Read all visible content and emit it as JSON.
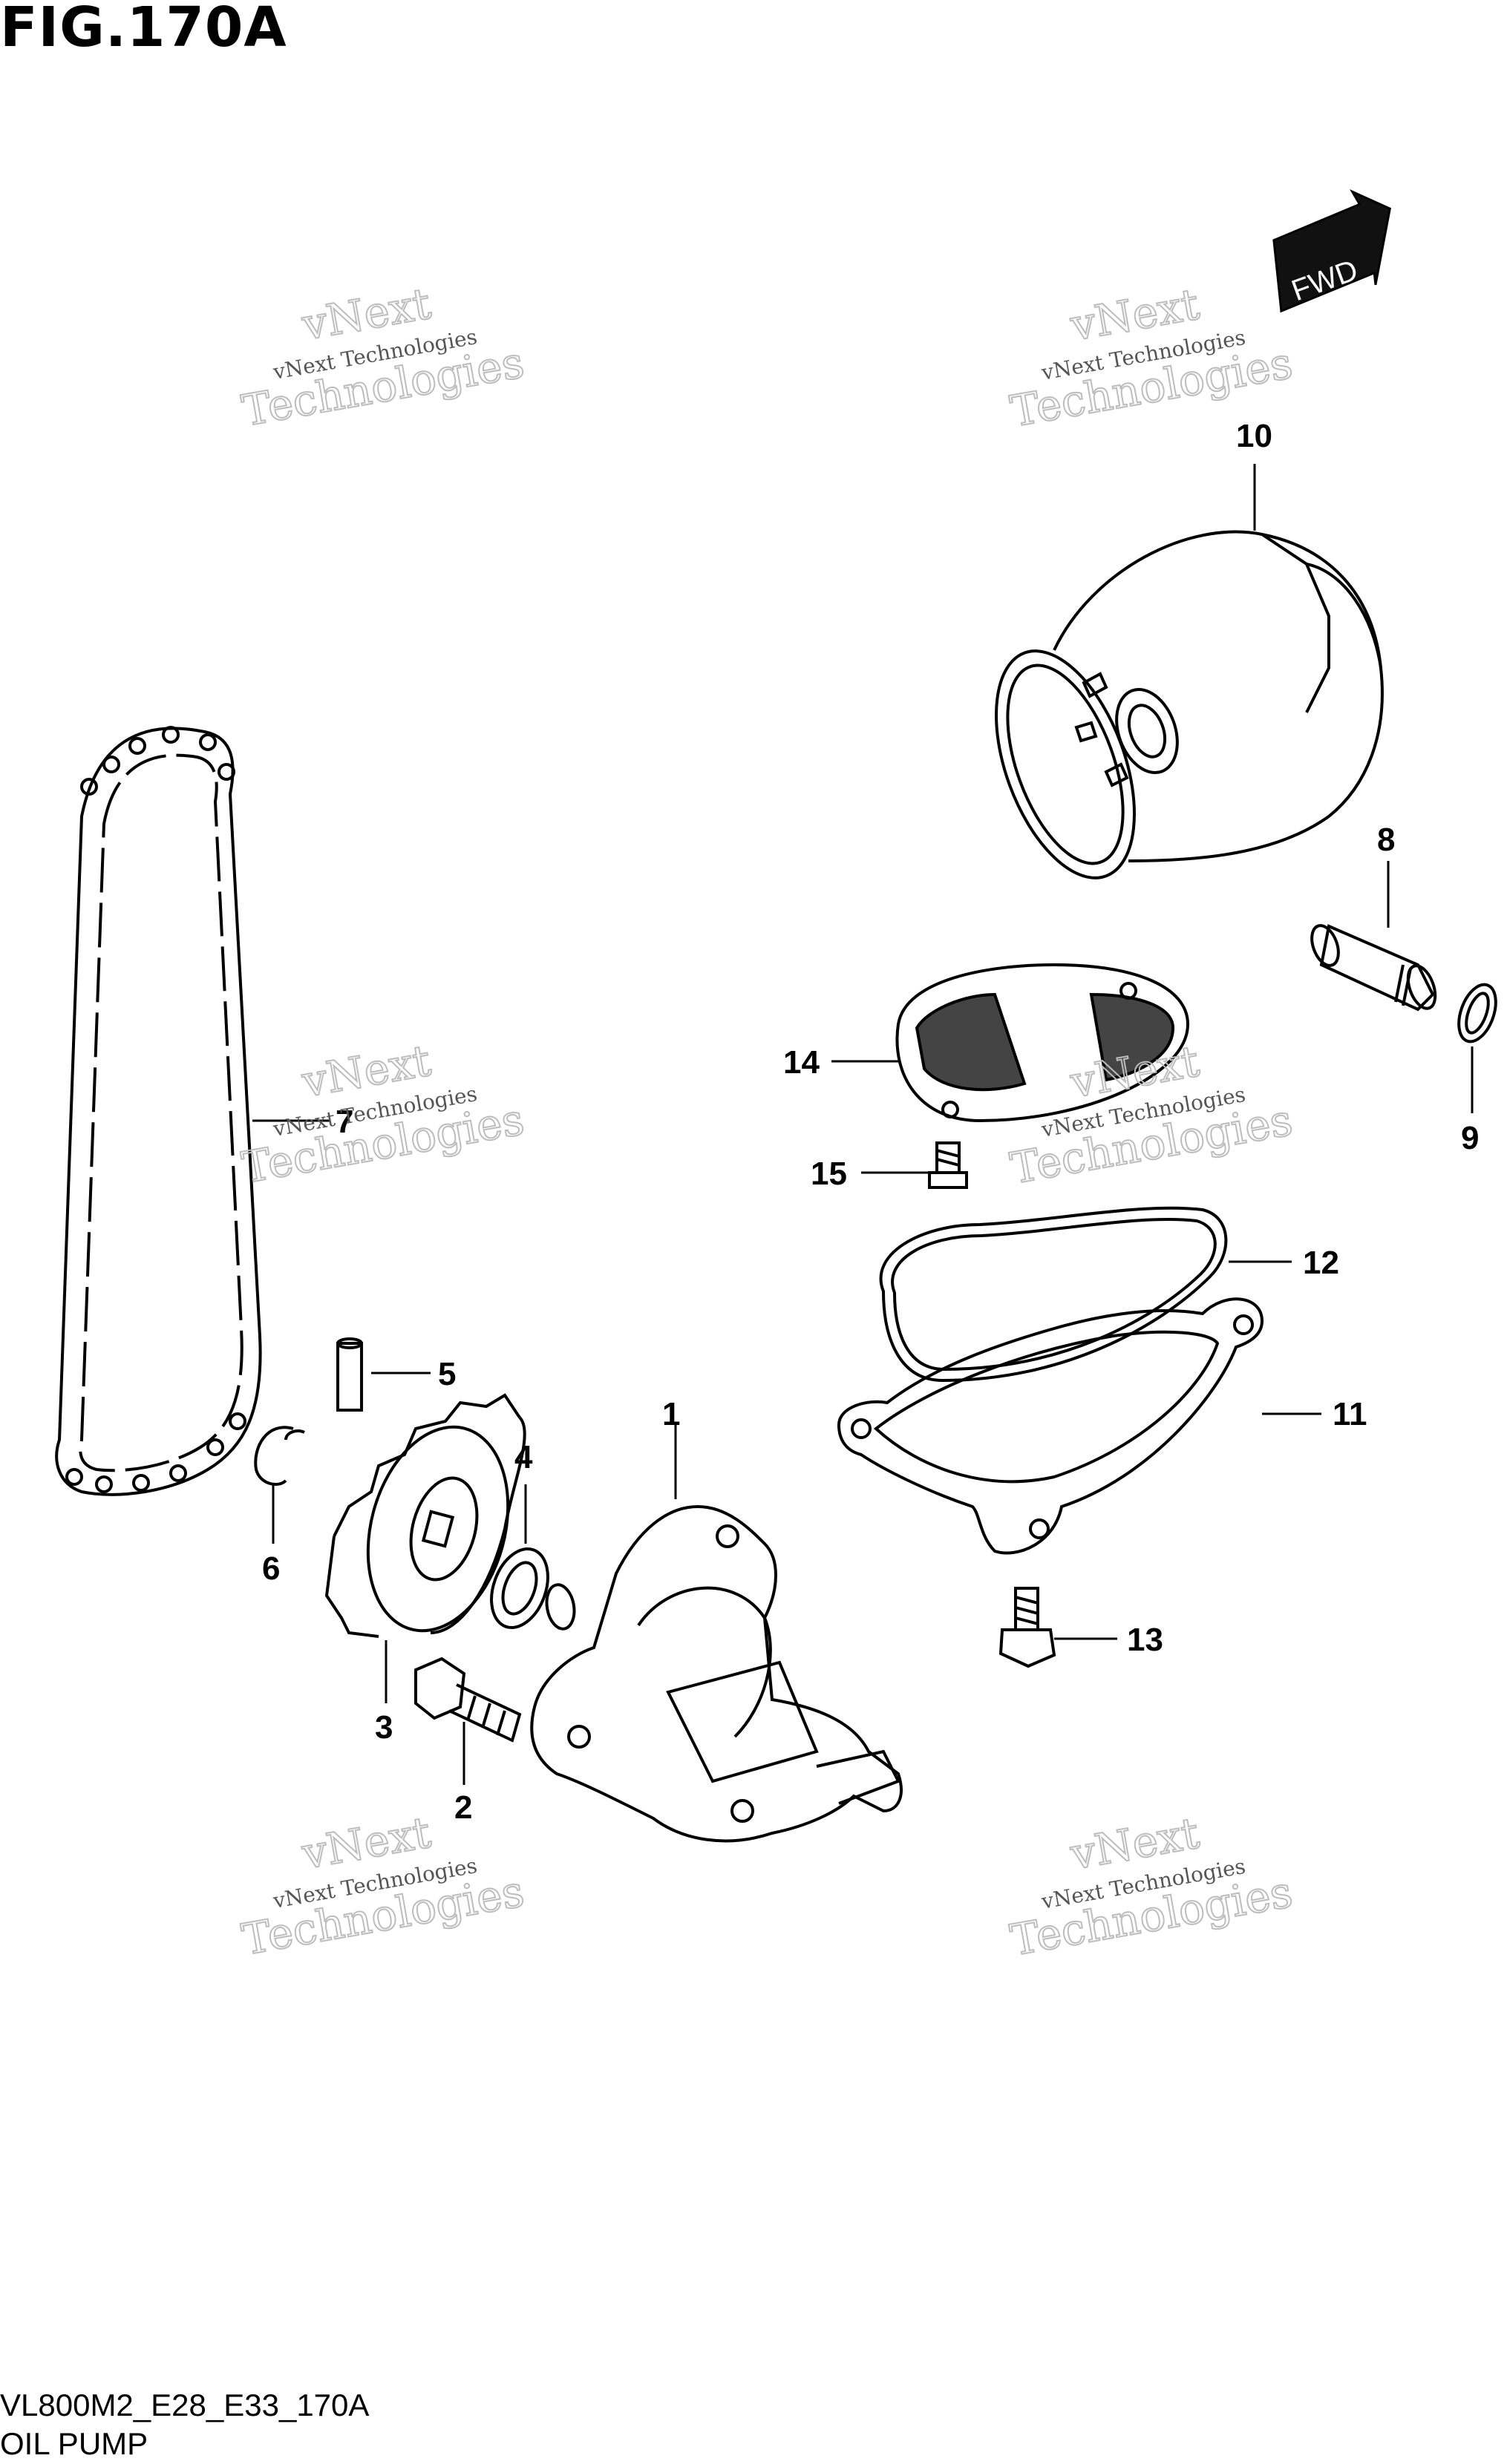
{
  "title": "FIG.170A",
  "footer": {
    "code": "VL800M2_E28_E33_170A",
    "name": "OIL PUMP"
  },
  "fwd_label": "FWD",
  "watermark": {
    "line1": "vNext Technologies",
    "line2": "vNext",
    "line3": "Technologies"
  },
  "callouts": [
    "1",
    "2",
    "3",
    "4",
    "5",
    "6",
    "7",
    "8",
    "9",
    "10",
    "11",
    "12",
    "13",
    "14",
    "15"
  ]
}
